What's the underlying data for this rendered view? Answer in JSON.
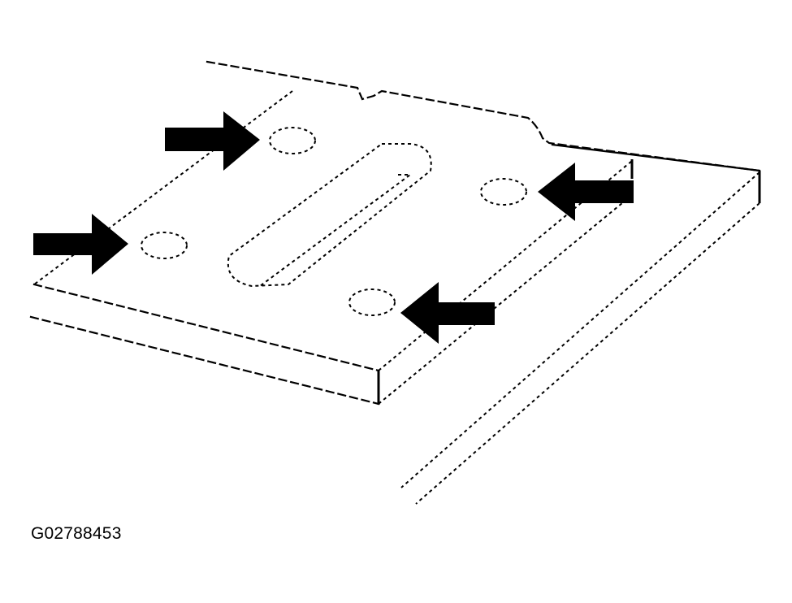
{
  "figure": {
    "caption_id": "G02788453",
    "description": "Isometric line drawing of a plate/bracket on a rail with four mounting holes, each indicated by a solid black arrow",
    "colors": {
      "line": "#000000",
      "background": "#ffffff",
      "arrow": "#000000"
    },
    "arrows": [
      {
        "name": "arrow-upper-left-hole",
        "direction": "right"
      },
      {
        "name": "arrow-left-hole",
        "direction": "right"
      },
      {
        "name": "arrow-right-hole",
        "direction": "left"
      },
      {
        "name": "arrow-lower-hole",
        "direction": "left"
      }
    ],
    "holes": 4,
    "slots": 1
  }
}
